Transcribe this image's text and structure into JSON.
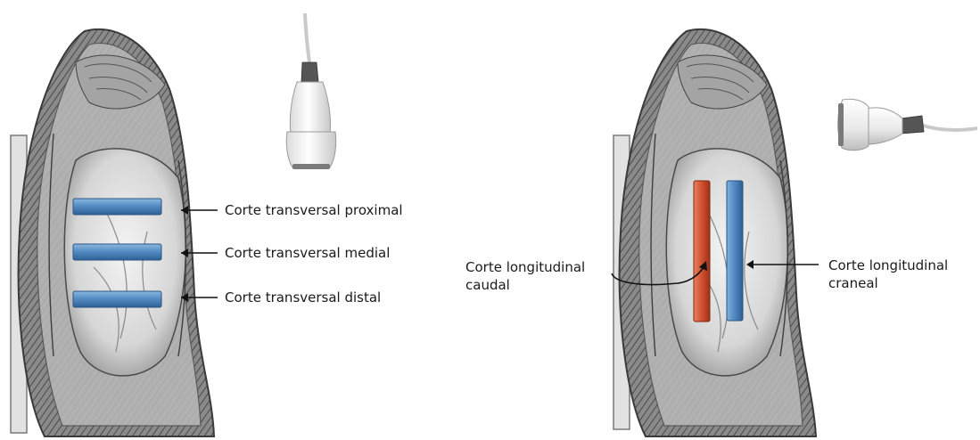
{
  "left_panel": {
    "labels": {
      "proximal": "Corte transversal proximal",
      "medial": "Corte transversal medial",
      "distal": "Corte transversal distal"
    }
  },
  "right_panel": {
    "labels": {
      "caudal_line1": "Corte longitudinal",
      "caudal_line2": "caudal",
      "craneal_line1": "Corte longitudinal",
      "craneal_line2": "craneal"
    }
  },
  "colors": {
    "transverse_bar": "#4f88c0",
    "longitudinal_caudal_bar": "#d24f2e",
    "longitudinal_craneal_bar": "#4f88c0",
    "anatomy_shade": "#6a6a6a",
    "probe_body": "#f2f2f2"
  },
  "icons": [
    "ultrasound-probe-vertical-icon",
    "ultrasound-probe-horizontal-icon",
    "arrow-left-icon"
  ]
}
